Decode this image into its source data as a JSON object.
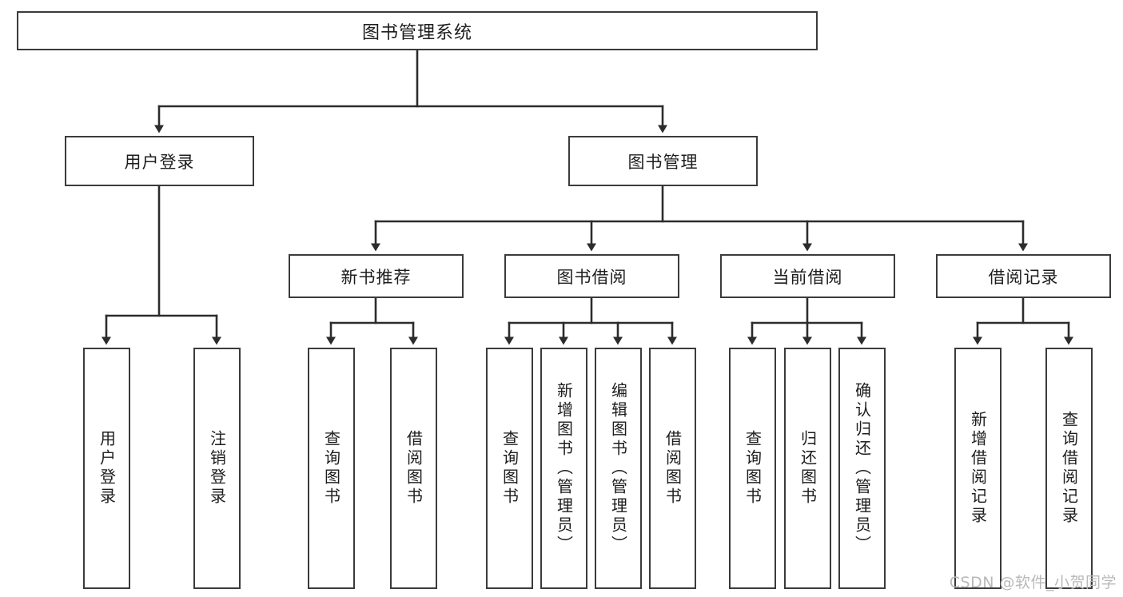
{
  "diagram": {
    "type": "tree",
    "title": "图书管理系统",
    "root": {
      "label": "图书管理系统"
    },
    "level2": [
      {
        "label": "用户登录"
      },
      {
        "label": "图书管理"
      }
    ],
    "level3": [
      {
        "label": "新书推荐"
      },
      {
        "label": "图书借阅"
      },
      {
        "label": "当前借阅"
      },
      {
        "label": "借阅记录"
      }
    ],
    "leaves": {
      "user_login": [
        {
          "label": "用户登录"
        },
        {
          "label": "注销登录"
        }
      ],
      "new_book_recommend": [
        {
          "label": "查询图书"
        },
        {
          "label": "借阅图书"
        }
      ],
      "book_borrow": [
        {
          "label": "查询图书"
        },
        {
          "label": "新增图书（管理员）"
        },
        {
          "label": "编辑图书（管理员）"
        },
        {
          "label": "借阅图书"
        }
      ],
      "current_borrow": [
        {
          "label": "查询图书"
        },
        {
          "label": "归还图书"
        },
        {
          "label": "确认归还（管理员）"
        }
      ],
      "borrow_record": [
        {
          "label": "新增借阅记录"
        },
        {
          "label": "查询借阅记录"
        }
      ]
    },
    "watermark": "CSDN @软件_小贺同学",
    "colors": {
      "stroke": "#3b3b3b",
      "fill": "#ffffff",
      "text": "#1d1d1d",
      "watermark": "#b9b9b9"
    }
  }
}
